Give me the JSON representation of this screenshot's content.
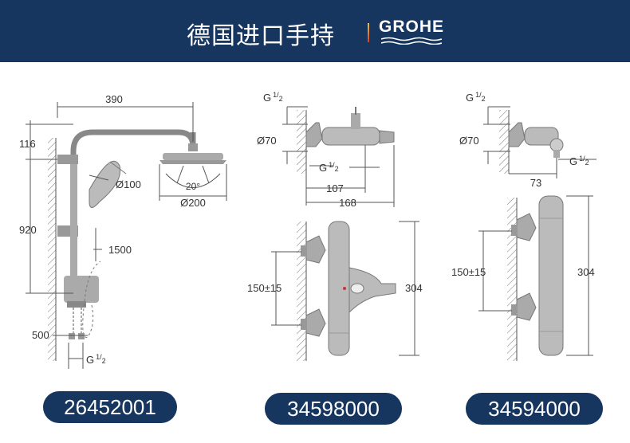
{
  "header": {
    "title": "德国进口手持",
    "brand": "GROHE"
  },
  "diagram": {
    "left": {
      "width": "390",
      "top_height": "116",
      "bar_height": "920",
      "hand_shower_dia": "Ø100",
      "head_angle": "20°",
      "head_dia": "Ø200",
      "hose_length": "1500",
      "bottom_length": "500",
      "thread": "G",
      "thread_frac_num": "1",
      "thread_frac_den": "2"
    },
    "middle": {
      "thread_top": "G",
      "dia": "Ø70",
      "thread_spout": "G",
      "dim_107": "107",
      "dim_168": "168",
      "spacing": "150±15",
      "height": "304",
      "frac_num": "1",
      "frac_den": "2"
    },
    "right": {
      "thread_top": "G",
      "dia": "Ø70",
      "thread_out": "G",
      "dim_73": "73",
      "spacing": "150±15",
      "height": "304",
      "frac_num": "1",
      "frac_den": "2"
    }
  },
  "products": [
    {
      "code": "26452001"
    },
    {
      "code": "34598000"
    },
    {
      "code": "34594000"
    }
  ],
  "colors": {
    "banner": "#16365f",
    "pill": "#16365f",
    "line": "#555555",
    "fixture": "#bbbbbb"
  }
}
